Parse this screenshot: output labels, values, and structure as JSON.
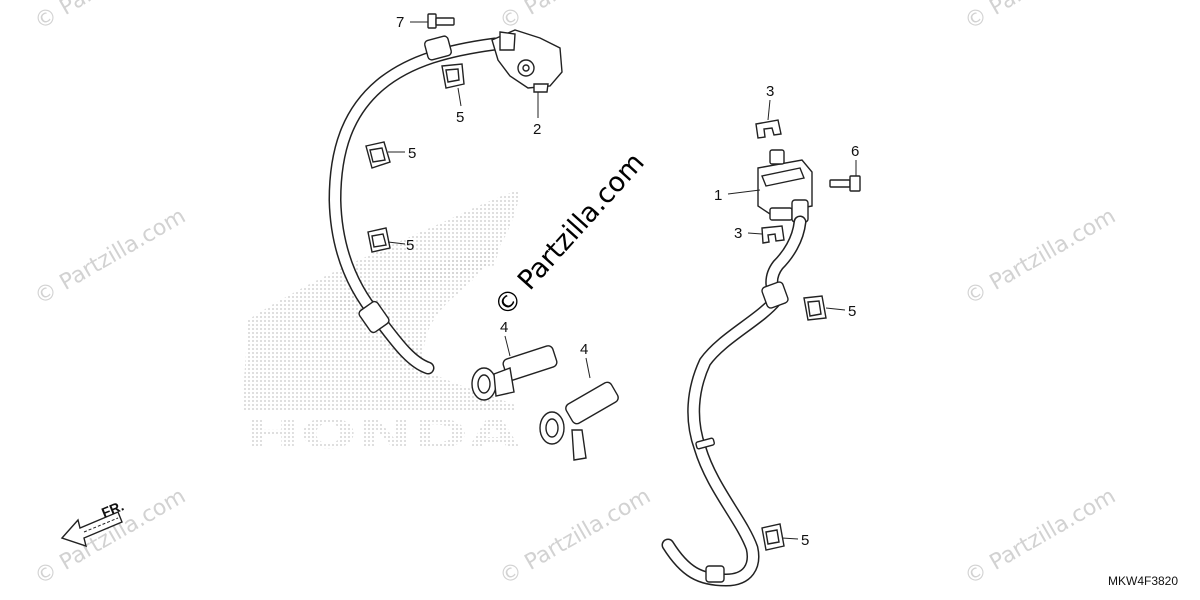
{
  "diagram": {
    "part_code": "MKW4F3820",
    "center_watermark": "© Partzilla.com",
    "watermark_text": "© Partzilla.com",
    "brand_logo_text": "HONDA",
    "direction_label": "FR.",
    "callouts": {
      "c1": "1",
      "c2": "2",
      "c3a": "3",
      "c3b": "3",
      "c4a": "4",
      "c4b": "4",
      "c5a": "5",
      "c5b": "5",
      "c5c": "5",
      "c5d": "5",
      "c5e": "5",
      "c6": "6",
      "c7": "7"
    }
  }
}
